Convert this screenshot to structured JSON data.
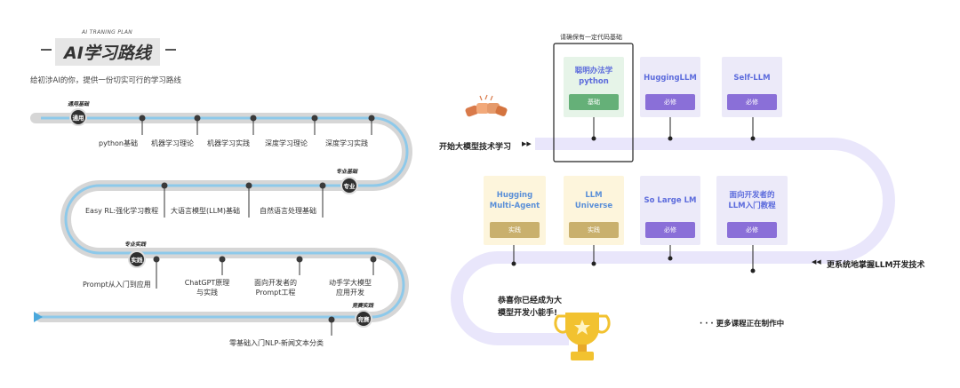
{
  "header": {
    "eyebrow": "AI TRANING PLAN",
    "title": "AI学习路线",
    "subtitle": "给初涉AI的你，提供一份切实可行的学习路线"
  },
  "left_map": {
    "stages": [
      {
        "tag": "通用基础",
        "badge": "通用"
      },
      {
        "tag": "专业基础",
        "badge": "专业"
      },
      {
        "tag": "专业实践",
        "badge": "实践"
      },
      {
        "tag": "竞赛实践",
        "badge": "竞赛"
      }
    ],
    "row1": [
      "python基础",
      "机器学习理论",
      "机器学习实践",
      "深度学习理论",
      "深度学习实践"
    ],
    "row2": [
      "Easy RL:强化学习教程",
      "大语言模型(LLM)基础",
      "自然语言处理基础"
    ],
    "row3": [
      "Prompt从入门到应用",
      "ChatGPT原理\n与实践",
      "面向开发者的\nPrompt工程",
      "动手学大模型\n应用开发"
    ],
    "row4": [
      "零基础入门NLP-新闻文本分类"
    ]
  },
  "right_map": {
    "start_label": "开始大模型技术学习",
    "start_arrow": "▶▶",
    "mid_label": "更系统地掌握LLM开发技术",
    "mid_arrow": "◀◀",
    "code_note": "请确保有一定代码基础",
    "top_cards": [
      {
        "title": "聪明办法学\npython",
        "tag": "基础",
        "style": "green"
      },
      {
        "title": "HuggingLLM",
        "tag": "必修",
        "style": "purple"
      },
      {
        "title": "Self-LLM",
        "tag": "必修",
        "style": "purple"
      }
    ],
    "bottom_cards": [
      {
        "title": "Hugging\nMulti-Agent",
        "tag": "实践",
        "style": "yellow"
      },
      {
        "title": "LLM\nUniverse",
        "tag": "实践",
        "style": "yellow"
      },
      {
        "title": "So Large LM",
        "tag": "必修",
        "style": "purple"
      },
      {
        "title": "面向开发者的\nLLM入门教程",
        "tag": "必修",
        "style": "purple"
      }
    ],
    "finish_label": "恭喜你已经成为大\n模型开发小能手!",
    "more_label": "· · · 更多课程正在制作中"
  },
  "colors": {
    "left_track_outer": "#d3d3d3",
    "left_track_inner": "#8dc9ea",
    "right_track": "#e9e6fb",
    "node": "#3a3a3a",
    "trophy": "#f2c230"
  },
  "icons": [
    "fist-bump-icon",
    "trophy-icon",
    "arrow-right-icon",
    "arrow-left-icon"
  ]
}
